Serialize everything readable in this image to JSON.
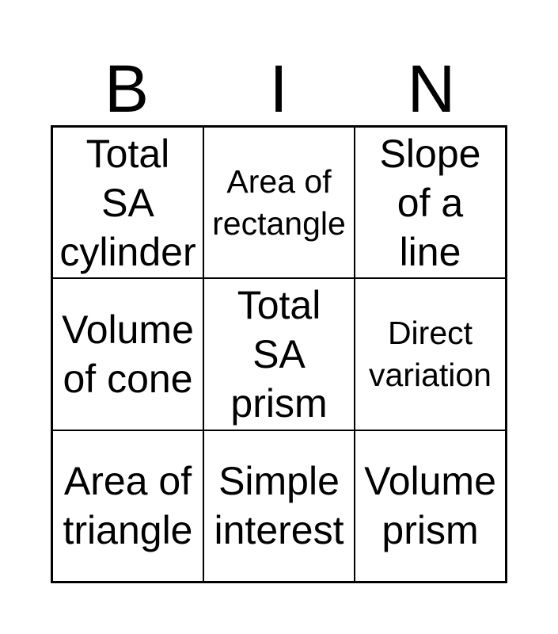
{
  "header": [
    "B",
    "I",
    "N"
  ],
  "cells": [
    {
      "text": "Total\nSA\ncylinder",
      "size": "big"
    },
    {
      "text": "Area of\nrectangle",
      "size": "med"
    },
    {
      "text": "Slope\nof a\nline",
      "size": "big"
    },
    {
      "text": "Volume\nof cone",
      "size": "big"
    },
    {
      "text": "Total\nSA\nprism",
      "size": "big"
    },
    {
      "text": "Direct\nvariation",
      "size": "med"
    },
    {
      "text": "Area of\ntriangle",
      "size": "big"
    },
    {
      "text": "Simple\ninterest",
      "size": "big"
    },
    {
      "text": "Volume\nprism",
      "size": "big"
    }
  ]
}
